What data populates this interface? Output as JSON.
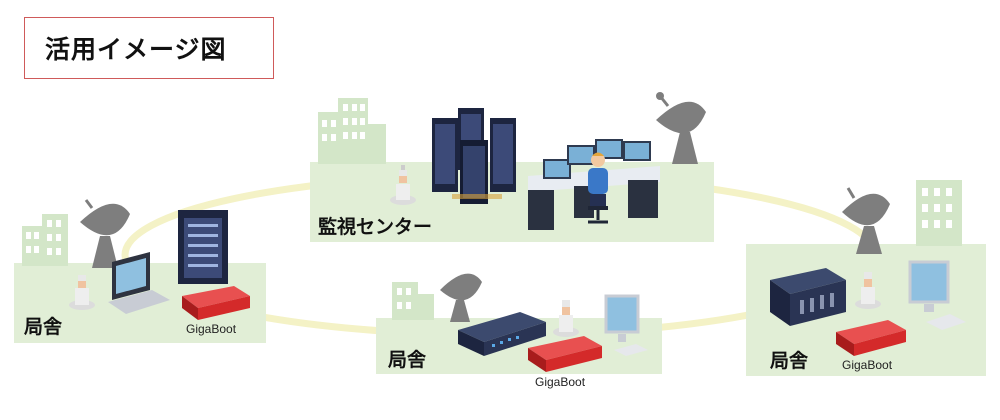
{
  "title": "活用イメージ図",
  "nodes": {
    "center": {
      "label": "監視センター"
    },
    "left": {
      "label": "局舎",
      "device_label": "GigaBoot"
    },
    "middle": {
      "label": "局舎",
      "device_label": "GigaBoot"
    },
    "right": {
      "label": "局舎",
      "device_label": "GigaBoot"
    }
  },
  "colors": {
    "panel": "#e1eed6",
    "ring": "#f4f2c6",
    "building": "#d3e6c8",
    "device_red": "#d42a2a",
    "server": "#1d2540",
    "title_border": "#cf5a5a"
  }
}
